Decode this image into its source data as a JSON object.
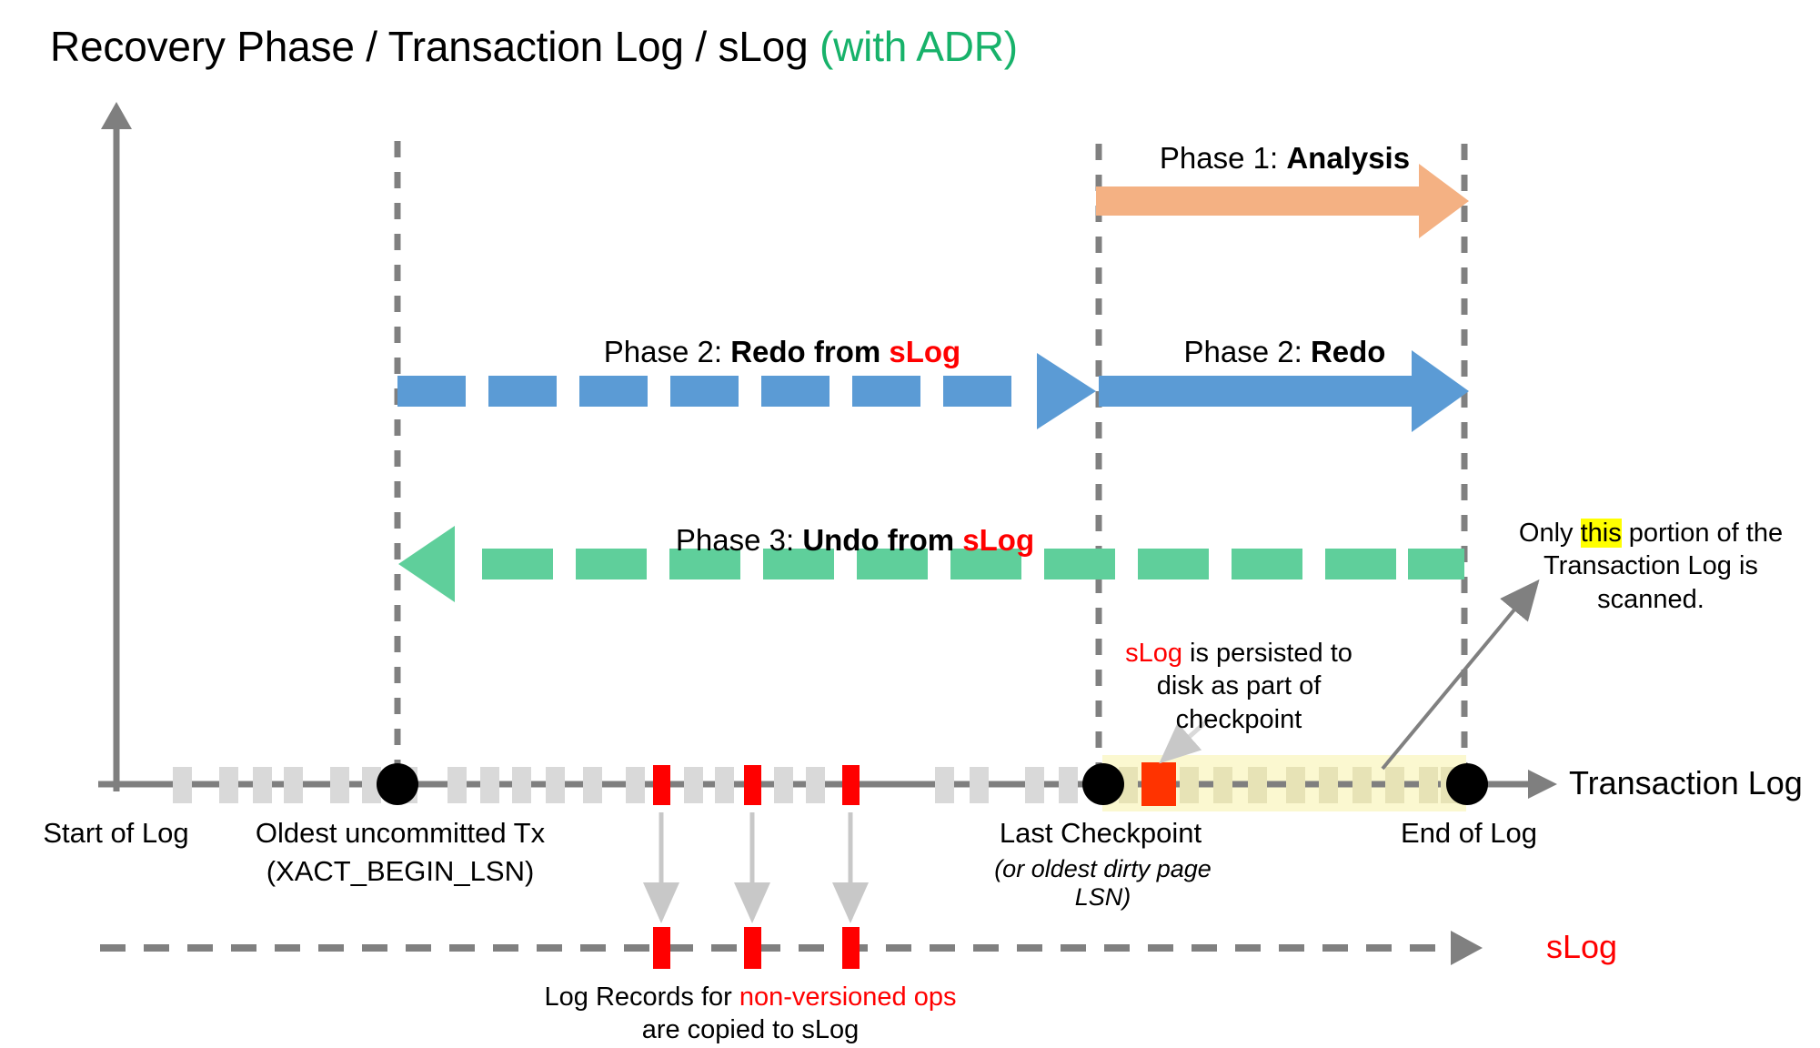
{
  "title": {
    "main": "Recovery Phase / Transaction Log / sLog ",
    "adr": "(with ADR)"
  },
  "phases": [
    {
      "id": "analysis",
      "prefix": "Phase 1: ",
      "name": "Analysis",
      "suffix": "",
      "color": "#f4b183",
      "style": "solid",
      "direction": "right"
    },
    {
      "id": "redo-from-slog",
      "prefix": "Phase 2: ",
      "name": "Redo from ",
      "suffix": "sLog",
      "color": "#5b9bd5",
      "style": "dashed",
      "direction": "right"
    },
    {
      "id": "redo",
      "prefix": "Phase 2: ",
      "name": "Redo",
      "suffix": "",
      "color": "#5b9bd5",
      "style": "solid",
      "direction": "right"
    },
    {
      "id": "undo-from-slog",
      "prefix": "Phase 3: ",
      "name": "Undo from ",
      "suffix": "sLog",
      "color": "#5fcf9b",
      "style": "dashed",
      "direction": "left"
    }
  ],
  "timeline": {
    "axis_label": "Transaction Log",
    "slog_label": "sLog",
    "markers": [
      {
        "id": "start-of-log",
        "label": "Start of Log",
        "sub": ""
      },
      {
        "id": "oldest-uncommitted-tx",
        "label": "Oldest uncommitted Tx",
        "sub": "(XACT_BEGIN_LSN)"
      },
      {
        "id": "last-checkpoint",
        "label": "Last Checkpoint",
        "sub": "(or oldest dirty page LSN)"
      },
      {
        "id": "end-of-log",
        "label": "End of Log",
        "sub": ""
      }
    ]
  },
  "annotations": {
    "slog_checkpoint": {
      "red": "sLog",
      "rest": " is persisted to disk as part of checkpoint"
    },
    "scanned_portion": {
      "pre": "Only ",
      "highlight": "this",
      "post": " portion of the Transaction Log is scanned."
    },
    "non_versioned": {
      "pre": "Log Records for ",
      "red": "non-versioned ops",
      "post": "are copied to sLog"
    }
  },
  "colors": {
    "analysis": "#f4b183",
    "redo": "#5b9bd5",
    "undo": "#5fcf9b",
    "slog_red": "#ff0000",
    "highlight": "#ffff00",
    "band": "#fbf8d0",
    "axis": "#7f7f7f",
    "log_record": "#d9d9d9",
    "adr_green": "#17b26a"
  }
}
